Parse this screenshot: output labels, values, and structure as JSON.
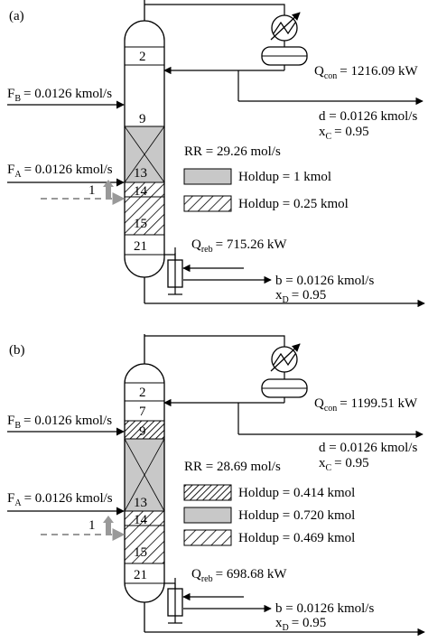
{
  "panels": [
    {
      "id": "a",
      "label": "(a)",
      "feed_b": {
        "var": "F",
        "sub": "B",
        "value": "= 0.0126 kmol/s"
      },
      "feed_a": {
        "var": "F",
        "sub": "A",
        "value": "= 0.0126 kmol/s"
      },
      "condenser": {
        "var": "Q",
        "sub": "con",
        "value": "= 1216.09 kW"
      },
      "distillate": {
        "flow": "d = 0.0126 kmol/s",
        "comp_var": "x",
        "comp_sub": "C",
        "comp_value": "= 0.95"
      },
      "reflux": "RR = 29.26 mol/s",
      "reboiler": {
        "var": "Q",
        "sub": "reb",
        "value": "= 715.26 kW"
      },
      "bottoms": {
        "flow": "b = 0.0126 kmol/s",
        "comp_var": "x",
        "comp_sub": "D",
        "comp_value": "= 0.95"
      },
      "side_stream_label": "1",
      "stages": [
        "2",
        "9",
        "13",
        "14",
        "15",
        "21"
      ],
      "legend": [
        {
          "pattern": "gray",
          "text": "Holdup = 1 kmol"
        },
        {
          "pattern": "hatch",
          "text": "Holdup = 0.25 kmol"
        }
      ]
    },
    {
      "id": "b",
      "label": "(b)",
      "feed_b": {
        "var": "F",
        "sub": "B",
        "value": "= 0.0126 kmol/s"
      },
      "feed_a": {
        "var": "F",
        "sub": "A",
        "value": "= 0.0126 kmol/s"
      },
      "condenser": {
        "var": "Q",
        "sub": "con",
        "value": "= 1199.51 kW"
      },
      "distillate": {
        "flow": "d = 0.0126 kmol/s",
        "comp_var": "x",
        "comp_sub": "C",
        "comp_value": "= 0.95"
      },
      "reflux": "RR = 28.69 mol/s",
      "reboiler": {
        "var": "Q",
        "sub": "reb",
        "value": "= 698.68 kW"
      },
      "bottoms": {
        "flow": "b = 0.0126 kmol/s",
        "comp_var": "x",
        "comp_sub": "D",
        "comp_value": "= 0.95"
      },
      "side_stream_label": "1",
      "stages": [
        "2",
        "7",
        "9",
        "13",
        "14",
        "15",
        "21"
      ],
      "legend": [
        {
          "pattern": "hatch-dense",
          "text": "Holdup = 0.414 kmol"
        },
        {
          "pattern": "gray",
          "text": "Holdup = 0.720 kmol"
        },
        {
          "pattern": "hatch",
          "text": "Holdup = 0.469 kmol"
        }
      ]
    }
  ],
  "colors": {
    "line": "#000000",
    "gray_fill": "#c8c8c8",
    "side_arrow": "#999999"
  }
}
